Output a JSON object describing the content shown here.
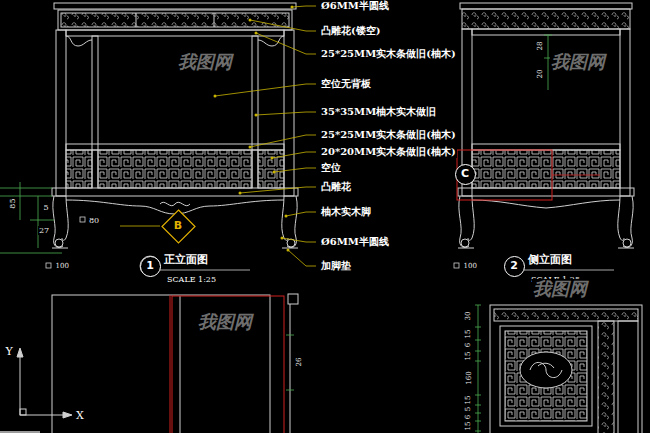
{
  "diagram": {
    "nodes": [
      {
        "text": [
          "1"
        ]
      },
      {
        "text": [
          "2"
        ]
      },
      {
        "text": [
          "B"
        ]
      },
      {
        "text": [
          "C"
        ]
      }
    ],
    "labels": [
      "Ø6MM半圆线",
      "凸雕花(镂空)",
      "25*25MM实木条做旧(柚木)",
      "空位无背板",
      "35*35MM柚木实木做旧",
      "25*25MM实木条做旧(柚木)",
      "20*20MM实木条做旧(柚木)",
      "空位",
      "凸雕花",
      "柚木实木脚",
      "Ø6MM半圆线",
      "加脚垫",
      "正立面图",
      "SCALE 1:25",
      "侧立面图",
      "SCALE 1:25",
      "85",
      "5",
      "27",
      "80",
      "100",
      "100",
      "28",
      "20",
      "26",
      "30",
      "15",
      "6",
      "15",
      "160",
      "15",
      "5",
      "6",
      "15",
      "Y",
      "X",
      "我图网",
      "我图网",
      "我图网",
      "我图网"
    ]
  }
}
